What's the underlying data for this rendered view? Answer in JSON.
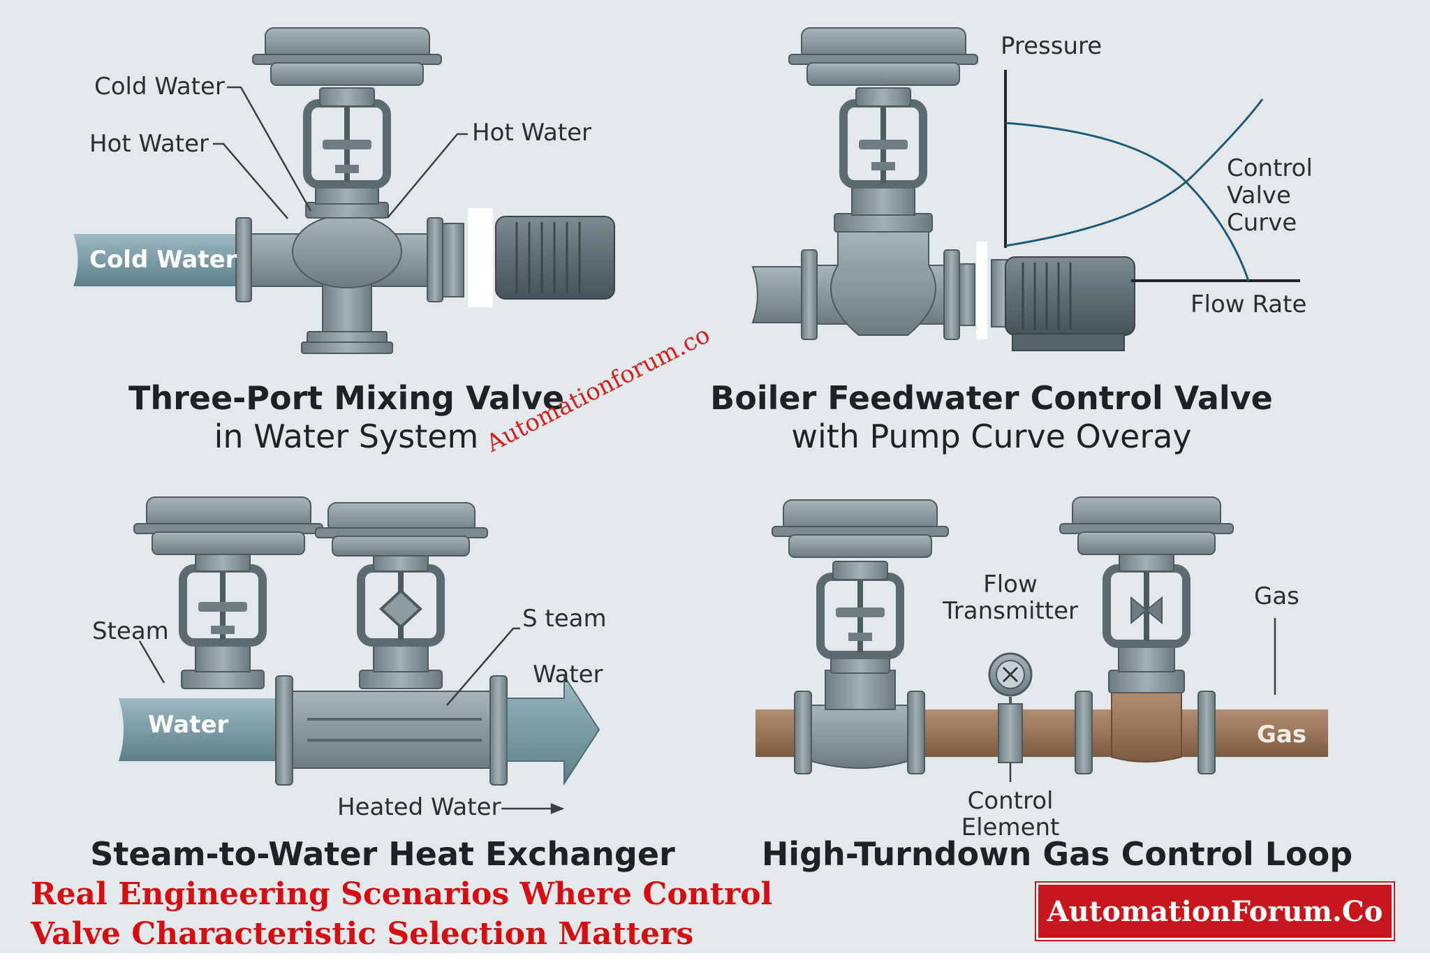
{
  "watermark": "Automationforum.co",
  "panels": [
    {
      "title": "Three-Port Mixing Valve",
      "subtitle": "in Water System",
      "labels": [
        "Cold Water",
        "Hot Water",
        "Hot Water"
      ],
      "pipe_label": "Cold Water"
    },
    {
      "title": "Boiler Feedwater Control Valve",
      "subtitle": "with Pump Curve Overay",
      "chart": {
        "y_axis_label": "Pressure",
        "x_axis_label": "Flow Rate",
        "curve_label_lines": [
          "Control",
          "Valve",
          "Curve"
        ]
      }
    },
    {
      "title": "Steam-to-Water Heat Exchanger",
      "labels": [
        "Steam",
        "S team",
        "Water",
        "Heated Water"
      ],
      "pipe_label": "Water"
    },
    {
      "title": "High-Turndown Gas Control Loop",
      "labels": [
        "Flow",
        "Transmitter",
        "Gas",
        "Control",
        "Element"
      ],
      "pipe_label": "Gas"
    }
  ],
  "footer": {
    "heading_lines": [
      "Real Engineering Scenarios Where Control",
      "Valve Characteristic Selection Matters"
    ],
    "brand": "AutomationForum.Co"
  },
  "colors": {
    "background": "#e3e8ea",
    "water_pipe": "#86a4ad",
    "gas_pipe": "#a07d63",
    "valve_metal": "#8f9ca2",
    "accent_red": "#d40f14"
  },
  "icons": [
    "valve-actuator-icon",
    "pump-motor-icon",
    "flow-transmitter-icon",
    "flow-arrow-icon"
  ]
}
